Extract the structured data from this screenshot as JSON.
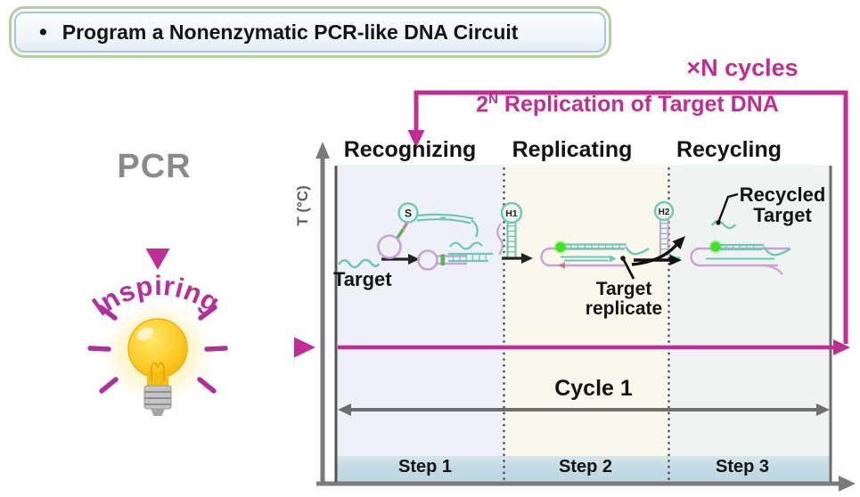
{
  "title_box": {
    "bullet": "•",
    "text": "Program a Nonenzymatic PCR-like DNA Circuit"
  },
  "cycle_loop": {
    "cycles_label": "×N cycles",
    "replication_base": "2",
    "replication_exponent": "N",
    "replication_text": "Replication of Target DNA"
  },
  "inspiration": {
    "pcr_label": "PCR",
    "inspiring_label": "Inspiring"
  },
  "chart": {
    "y_axis_label": "T (°C)",
    "phases": [
      {
        "label": "Recognizing",
        "step": "Step 1"
      },
      {
        "label": "Replicating",
        "step": "Step 2"
      },
      {
        "label": "Recycling",
        "step": "Step 3"
      }
    ],
    "cycle_label": "Cycle 1",
    "molecules": {
      "target": "Target",
      "substrate": "S",
      "hairpin1": "H1",
      "hairpin2": "H2",
      "target_replicate": [
        "Target",
        "replicate"
      ],
      "recycled_target": [
        "Recycled",
        "Target"
      ]
    }
  },
  "colors": {
    "magenta": "#C02D95",
    "teal": "#6FC8B5",
    "purple": "#CBA2D8",
    "green_dot": "#3FE325",
    "axis_gray": "#7B7B7B",
    "panel_recognizing": "#EEF1F8",
    "panel_replicating": "#FAF8EC",
    "panel_recycling": "#EFF3F1",
    "step_band": "#C2DBE5",
    "box_green_border": "#B2CF9C",
    "box_blue_border": "#A6C6DE"
  }
}
